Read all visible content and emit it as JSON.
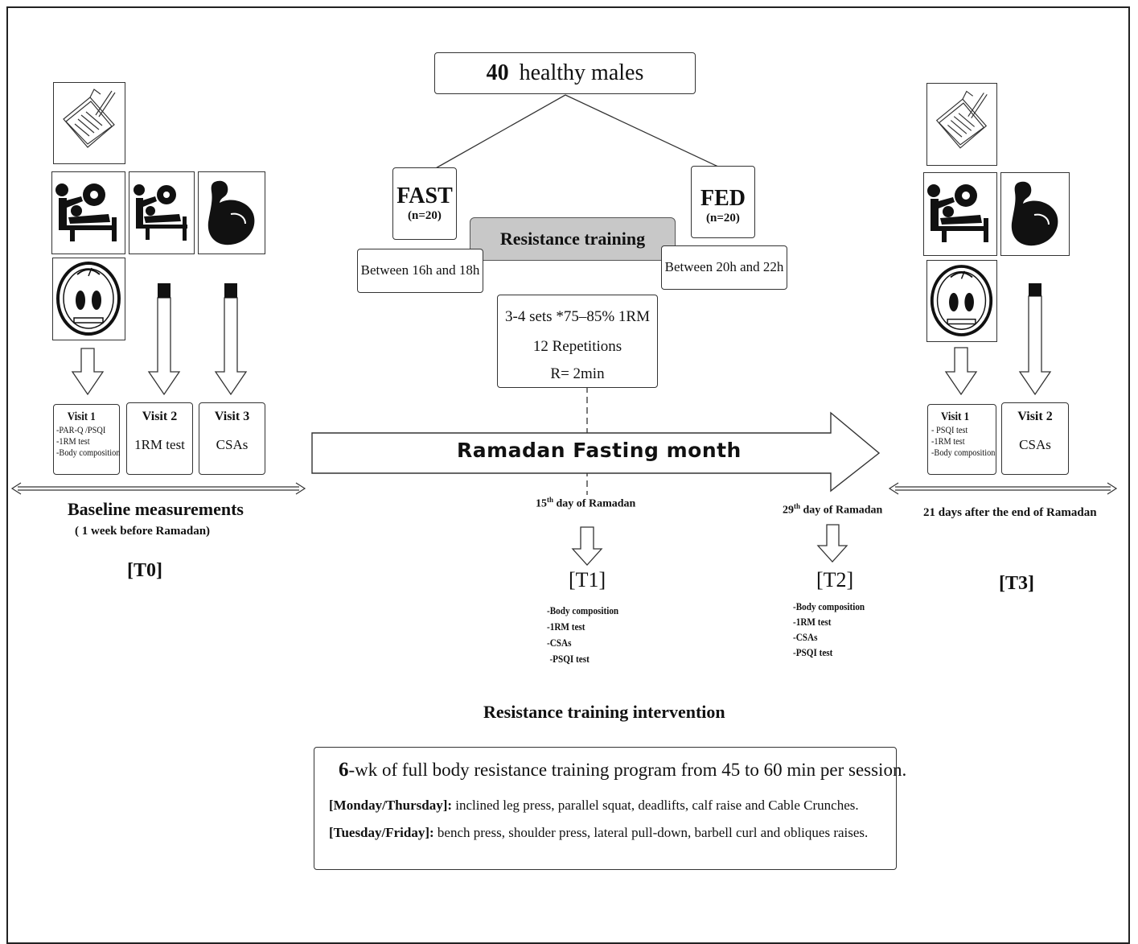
{
  "title": {
    "number": "40",
    "text": "healthy males"
  },
  "groups": {
    "fast": {
      "label": "FAST",
      "n": "(n=20)",
      "time": "Between 16h and 18h"
    },
    "fed": {
      "label": "FED",
      "n": "(n=20)",
      "time": "Between 20h and 22h"
    }
  },
  "training": {
    "label": "Resistance training",
    "protocol": [
      "3-4 sets *75–85% 1RM",
      "12 Repetitions",
      "R= 2min"
    ]
  },
  "baseline": {
    "visits": [
      {
        "title": "Visit 1",
        "items": [
          "-PAR-Q /PSQI",
          "-1RM test",
          "-Body composition"
        ]
      },
      {
        "title": "Visit 2",
        "items": [
          "1RM test"
        ]
      },
      {
        "title": "Visit 3",
        "items": [
          "CSAs"
        ]
      }
    ],
    "label": "Baseline measurements",
    "sublabel": "( 1 week  before Ramadan)",
    "tag": "[T0]"
  },
  "ramadan": {
    "label": "Ramadan Fasting month",
    "day15": {
      "num": "15",
      "sup": "th",
      "rest": " day of Ramadan"
    },
    "day29": {
      "num": "29",
      "sup": "th",
      "rest": " day of Ramadan"
    }
  },
  "t1": {
    "tag": "[T1]",
    "items": [
      "-Body composition",
      "-1RM test",
      "-CSAs",
      "-PSQI test"
    ]
  },
  "t2": {
    "tag": "[T2]",
    "items": [
      "-Body composition",
      "-1RM test",
      "-CSAs",
      "-PSQI test"
    ]
  },
  "post": {
    "visits": [
      {
        "title": "Visit 1",
        "items": [
          "- PSQI test",
          "-1RM test",
          "-Body composition"
        ]
      },
      {
        "title": "Visit 2",
        "items": [
          "CSAs"
        ]
      }
    ],
    "label": "21 days after the end of Ramadan",
    "tag": "[T3]"
  },
  "intervention": {
    "heading": "Resistance training intervention",
    "line1": {
      "num": "6",
      "text": "-wk of full body resistance training program from 45 to 60 min per session."
    },
    "line2": {
      "day": "[Monday/Thursday]:",
      "text": " inclined leg press, parallel squat, deadlifts, calf raise and Cable Crunches."
    },
    "line3": {
      "day": "[Tuesday/Friday]:",
      "text": " bench press, shoulder press, lateral pull-down, barbell curl and obliques raises."
    }
  },
  "icons": [
    "questionnaire-icon",
    "bench-press-icon",
    "flexed-biceps-icon",
    "scale-icon",
    "test-tube-icon"
  ]
}
